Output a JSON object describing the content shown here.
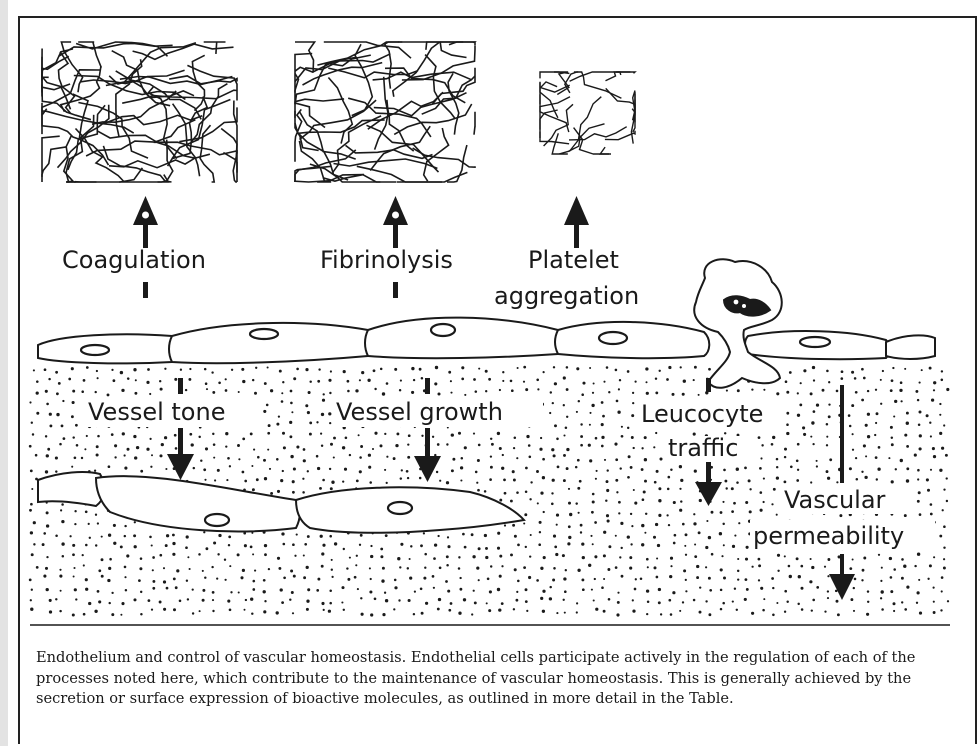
{
  "labels": {
    "coagulation": "Coagulation",
    "fibrinolysis": "Fibrinolysis",
    "platelet_line1": "Platelet",
    "platelet_line2": "aggregation",
    "vessel_tone": "Vessel tone",
    "vessel_growth": "Vessel growth",
    "leucocyte_line1": "Leucocyte",
    "leucocyte_line2": "traffic",
    "permeability_line1": "Vascular",
    "permeability_line2": "permeability"
  },
  "caption": "Endothelium and control of vascular homeostasis. Endothelial cells participate actively in the regulation of each of the processes noted here, which contribute to the maintenance of vascular homeostasis. This is generally achieved by the secretion or surface expression of bioactive molecules, as outlined in more detail in the Table.",
  "colors": {
    "ink": "#1a1a1a",
    "paper": "#ffffff"
  }
}
